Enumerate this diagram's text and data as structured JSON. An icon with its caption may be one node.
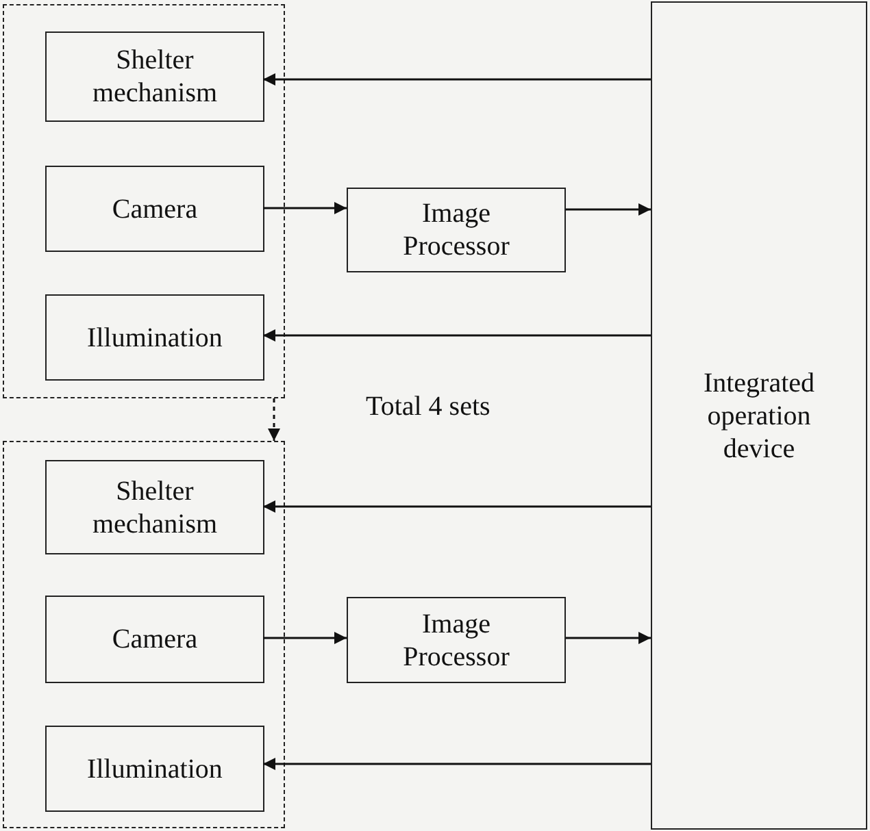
{
  "diagram": {
    "nodes": [
      {
        "text": [],
        "shape": "box"
      },
      {
        "text": [
          "Shelter mechanism"
        ],
        "in": 0
      },
      {
        "text": [
          "Camera"
        ],
        "in": 0
      },
      {
        "text": [
          "Illumination"
        ],
        "in": 0
      },
      {
        "text": [
          "Image Processor"
        ]
      },
      {
        "text": [
          "Integrated operation device"
        ]
      },
      {
        "text": [],
        "shape": "box"
      },
      {
        "text": [
          "Shelter mechanism"
        ],
        "in": 6
      },
      {
        "text": [
          "Camera"
        ],
        "in": 6
      },
      {
        "text": [
          "Illumination"
        ],
        "in": 6
      },
      {
        "text": [
          "Image Processor"
        ]
      }
    ],
    "edges": [
      {
        "from": 5,
        "to": 1,
        "arrow": "to"
      },
      {
        "from": 2,
        "to": 4,
        "arrow": "to"
      },
      {
        "from": 4,
        "to": 5,
        "arrow": "to"
      },
      {
        "from": 5,
        "to": 3,
        "arrow": "to"
      },
      {
        "from": 0,
        "to": 6,
        "arrow": "to",
        "style": "dashed"
      },
      {
        "from": 5,
        "to": 7,
        "arrow": "to"
      },
      {
        "from": 8,
        "to": 10,
        "arrow": "to"
      },
      {
        "from": 10,
        "to": 5,
        "arrow": "to"
      },
      {
        "from": 5,
        "to": 9,
        "arrow": "to"
      }
    ],
    "labels": [
      "Total 4 sets"
    ]
  }
}
